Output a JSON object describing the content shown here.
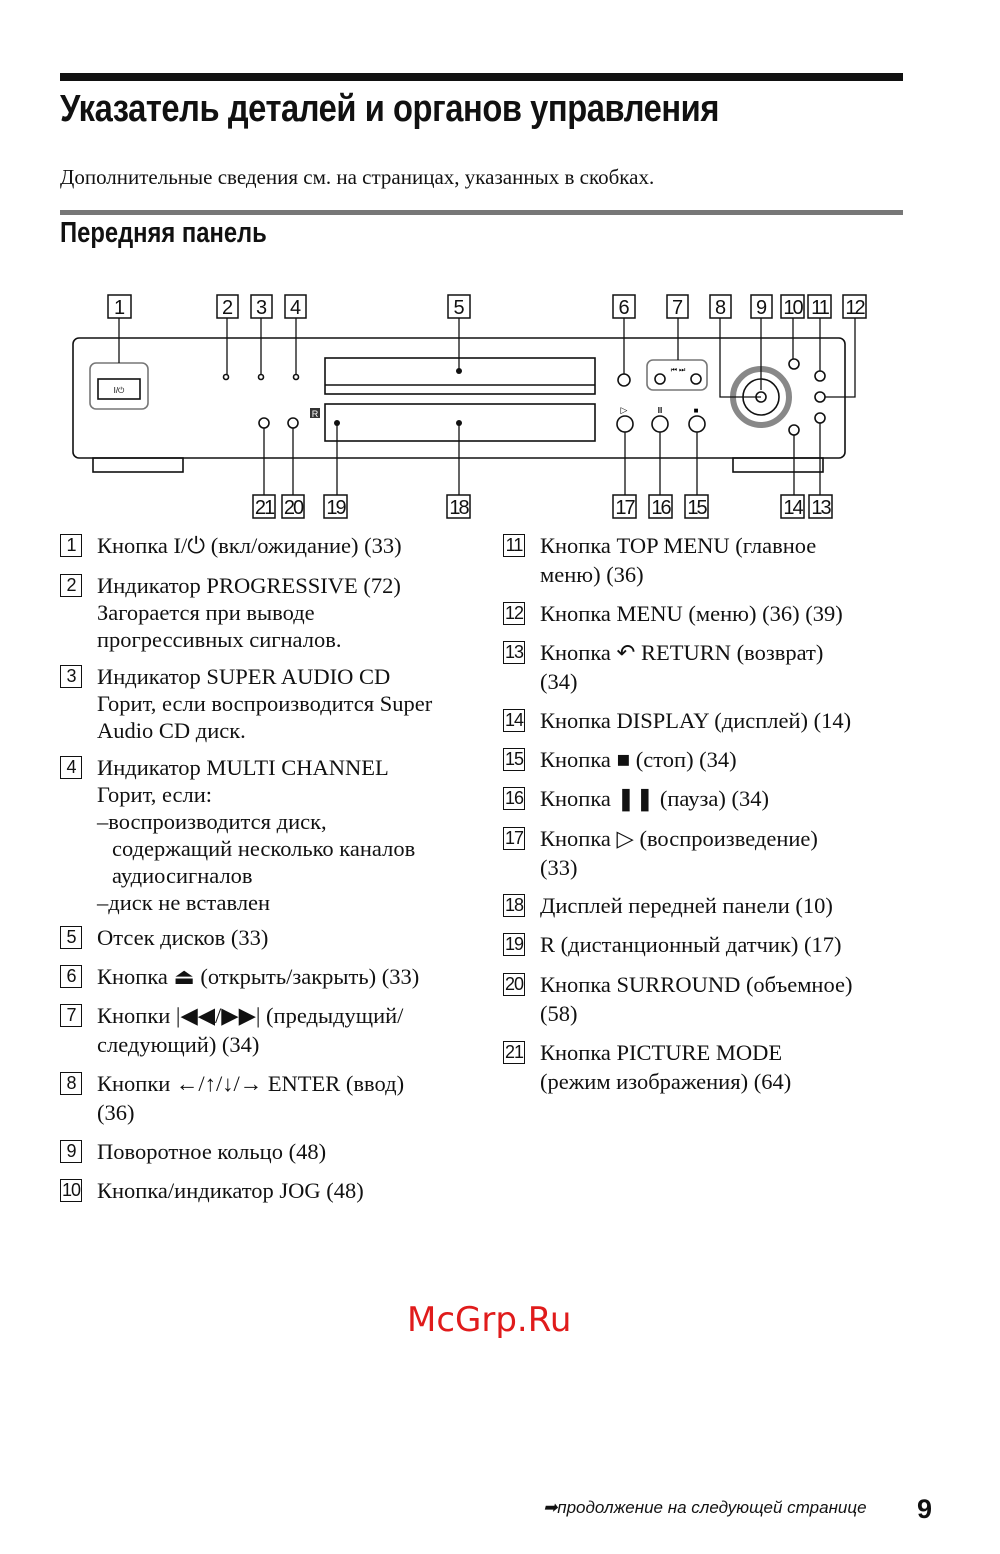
{
  "title": "Указатель деталей и органов управления",
  "intro": "Дополнительные сведения см. на страницах, указанных в скобках.",
  "section": "Передняя панель",
  "callouts": {
    "n1": "1",
    "n2": "2",
    "n3": "3",
    "n4": "4",
    "n5": "5",
    "n6": "6",
    "n7": "7",
    "n8": "8",
    "n9": "9",
    "n10": "10",
    "n11": "11",
    "n12": "12",
    "n13": "13",
    "n14": "14",
    "n15": "15",
    "n16": "16",
    "n17": "17",
    "n18": "18",
    "n19": "19",
    "n20": "20",
    "n21": "21"
  },
  "device": {
    "power_label": "I/⏻",
    "remote_sensor": "R",
    "prev_next": "⏮  ⏭",
    "play": "▷",
    "pause": "II",
    "stop": "■"
  },
  "items": [
    {
      "num": "1",
      "lines": [
        "Кнопка I/⏻ (вкл/ожидание) (33)"
      ]
    },
    {
      "num": "2",
      "lines": [
        "Индикатор PROGRESSIVE (72)",
        "Загорается при выводе",
        "прогрессивных сигналов."
      ]
    },
    {
      "num": "3",
      "lines": [
        "Индикатор SUPER AUDIO CD",
        "Горит, если воспроизводится Super",
        "Audio CD диск."
      ]
    },
    {
      "num": "4",
      "lines": [
        "Индикатор MULTI CHANNEL",
        "Горит, если:",
        "–воспроизводится диск,",
        "содержащий несколько каналов",
        "аудиосигналов",
        "–диск не вставлен"
      ]
    },
    {
      "num": "5",
      "lines": [
        "Отсек дисков (33)"
      ]
    },
    {
      "num": "6",
      "lines": [
        "Кнопка ⏏ (открыть/закрыть) (33)"
      ]
    },
    {
      "num": "7",
      "lines": [
        "Кнопки |◀◀/▶▶| (предыдущий/",
        "следующий) (34)"
      ]
    },
    {
      "num": "8",
      "lines": [
        "Кнопки ←/↑/↓/→ ENTER (ввод)",
        "(36)"
      ]
    },
    {
      "num": "9",
      "lines": [
        "Поворотное кольцо (48)"
      ]
    },
    {
      "num": "10",
      "lines": [
        "Кнопка/индикатор JOG (48)"
      ]
    },
    {
      "num": "11",
      "lines": [
        "Кнопка TOP MENU (главное",
        "меню) (36)"
      ]
    },
    {
      "num": "12",
      "lines": [
        "Кнопка MENU (меню) (36) (39)"
      ]
    },
    {
      "num": "13",
      "lines": [
        "Кнопка ↶ RETURN (возврат)",
        "(34)"
      ]
    },
    {
      "num": "14",
      "lines": [
        "Кнопка DISPLAY (дисплей) (14)"
      ]
    },
    {
      "num": "15",
      "lines": [
        "Кнопка ■ (стоп) (34)"
      ]
    },
    {
      "num": "16",
      "lines": [
        "Кнопка ❚❚ (пауза) (34)"
      ]
    },
    {
      "num": "17",
      "lines": [
        "Кнопка ▷ (воспроизведение)",
        "(33)"
      ]
    },
    {
      "num": "18",
      "lines": [
        "Дисплей передней панели (10)"
      ]
    },
    {
      "num": "19",
      "lines": [
        "R (дистанционный датчик) (17)"
      ]
    },
    {
      "num": "20",
      "lines": [
        "Кнопка SURROUND (объемное)",
        "(58)"
      ]
    },
    {
      "num": "21",
      "lines": [
        "Кнопка PICTURE MODE",
        "(режим изображения) (64)"
      ]
    }
  ],
  "watermark": "McGrp.Ru",
  "footer": {
    "continued": "➡продолжение на следующей странице",
    "page_number": "9"
  }
}
